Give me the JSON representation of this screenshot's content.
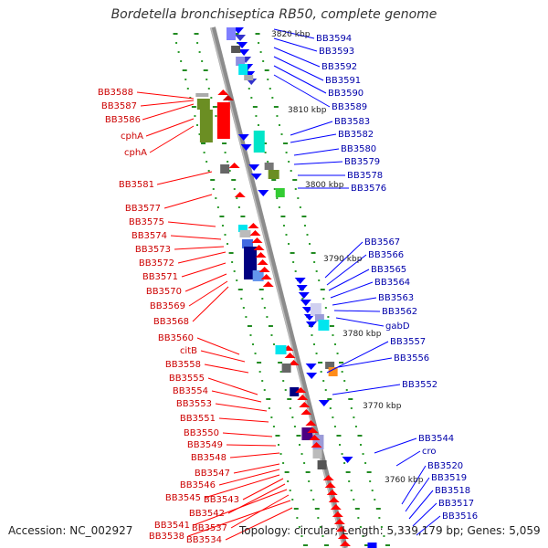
{
  "title": "Bordetella bronchiseptica RB50, complete genome",
  "footer": {
    "accession": "Accession: NC_002927",
    "info": "Topology: circular; Length: 5,339,179 bp; Genes: 5,059"
  },
  "colors": {
    "backbone": "#8c8c8c",
    "forward_label": "#cc0000",
    "reverse_label": "#0000aa",
    "forward_gene": "#ff0000",
    "reverse_gene": "#0000ff",
    "tick_marks": "#228b22"
  },
  "scale_labels": [
    "3820 kbp",
    "3810 kbp",
    "3800 kbp",
    "3790 kbp",
    "3780 kbp",
    "3770 kbp",
    "3760 kbp"
  ],
  "left_labels": [
    "BB3588",
    "BB3587",
    "BB3586",
    "cphA",
    "cphA",
    "BB3581",
    "BB3577",
    "BB3575",
    "BB3574",
    "BB3573",
    "BB3572",
    "BB3571",
    "BB3570",
    "BB3569",
    "BB3568",
    "BB3560",
    "citB",
    "BB3558",
    "BB3555",
    "BB3554",
    "BB3553",
    "BB3551",
    "BB3550",
    "BB3549",
    "BB3548",
    "BB3547",
    "BB3546",
    "BB3545",
    "BB3543",
    "BB3542",
    "BB3541",
    "BB3537",
    "BB3538",
    "BB3534"
  ],
  "right_labels": [
    "BB3594",
    "BB3593",
    "BB3592",
    "BB3591",
    "BB3590",
    "BB3589",
    "BB3583",
    "BB3582",
    "BB3580",
    "BB3579",
    "BB3578",
    "BB3576",
    "BB3567",
    "BB3566",
    "BB3565",
    "BB3564",
    "BB3563",
    "BB3562",
    "gabD",
    "BB3557",
    "BB3556",
    "BB3552",
    "BB3544",
    "cro",
    "BB3520",
    "BB3519",
    "BB3518",
    "BB3517",
    "BB3516"
  ]
}
